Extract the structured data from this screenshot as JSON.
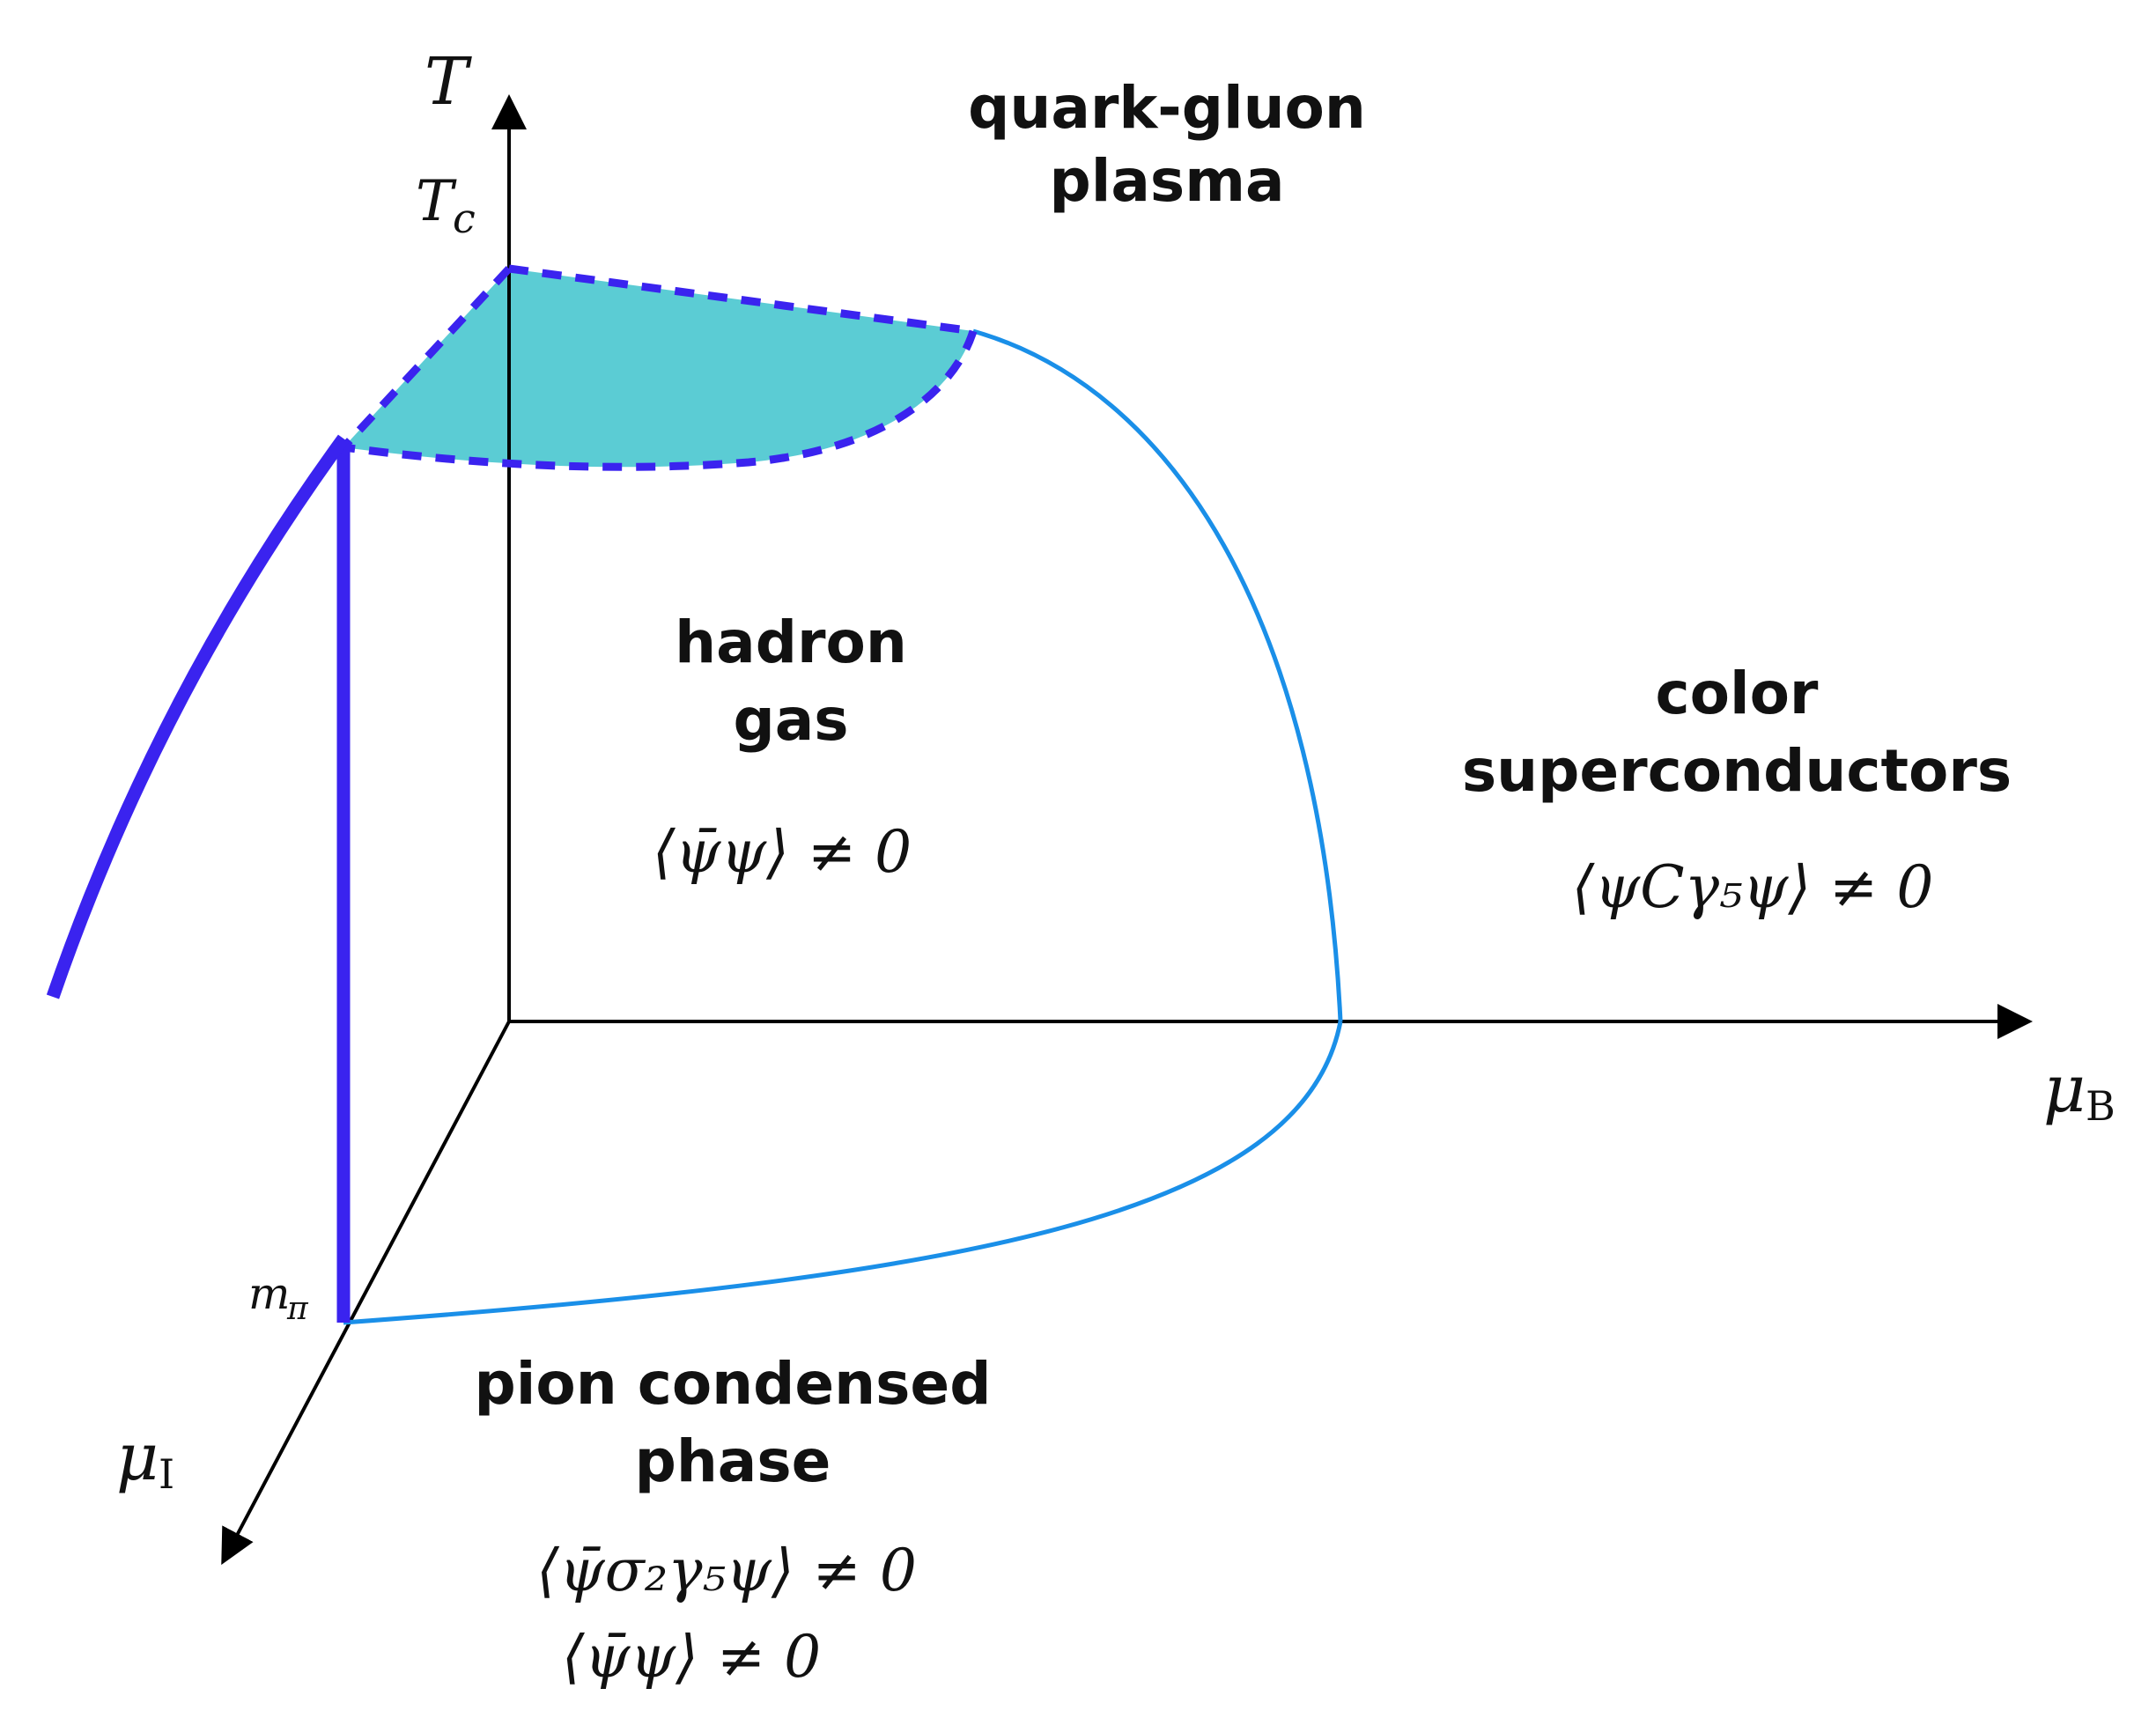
{
  "colors": {
    "axis": "#000000",
    "phase_boundary_light": "#1a8fe8",
    "phase_boundary_dark": "#3a23ef",
    "region_fill": "#5bccd4"
  },
  "axes": {
    "temperature": {
      "symbol": "T"
    },
    "critical_temperature": {
      "symbol": "T",
      "subscript": "c"
    },
    "baryon_potential": {
      "symbol": "μ",
      "subscript": "B"
    },
    "isospin_potential": {
      "symbol": "μ",
      "subscript": "I"
    },
    "pion_mass": {
      "symbol": "m",
      "subscript": "π"
    }
  },
  "regions": {
    "qgp": {
      "line1": "quark-gluon",
      "line2": "plasma"
    },
    "hadron": {
      "line1": "hadron",
      "line2": "gas",
      "condensate": "⟨ψ̄ψ⟩ ≠ 0"
    },
    "color": {
      "line1": "color",
      "line2": "superconductors",
      "condensate": "⟨ψCγ₅ψ⟩ ≠ 0"
    },
    "pion": {
      "line1": "pion condensed",
      "line2": "phase",
      "condensate1": "⟨ψ̄σ₂γ₅ψ⟩ ≠ 0",
      "condensate2": "⟨ψ̄ψ⟩ ≠ 0"
    }
  }
}
